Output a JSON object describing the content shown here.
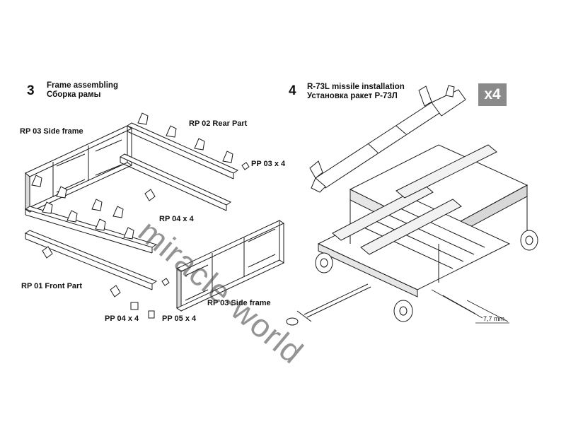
{
  "step3": {
    "number": "3",
    "title_en": "Frame assembling",
    "title_ru": "Сборка рамы",
    "parts": {
      "rp03_side_a": "RP 03 Side frame",
      "rp02_rear": "RP 02 Rear Part",
      "pp03": "PP 03 x 4",
      "rp04": "RP 04 x 4",
      "rp01_front": "RP 01 Front Part",
      "rp03_side_b": "RP 03 Side frame",
      "pp04": "PP 04 x 4",
      "pp05": "PP 05 x 4"
    }
  },
  "step4": {
    "number": "4",
    "title_en": "R-73L missile installation",
    "title_ru": "Установка ракет Р-73Л",
    "badge": "x4",
    "dimension": "7,7 mm"
  },
  "watermark": "miracle-world",
  "colors": {
    "ink": "#111111",
    "badge": "#8a8a8a",
    "paper": "#ffffff"
  }
}
